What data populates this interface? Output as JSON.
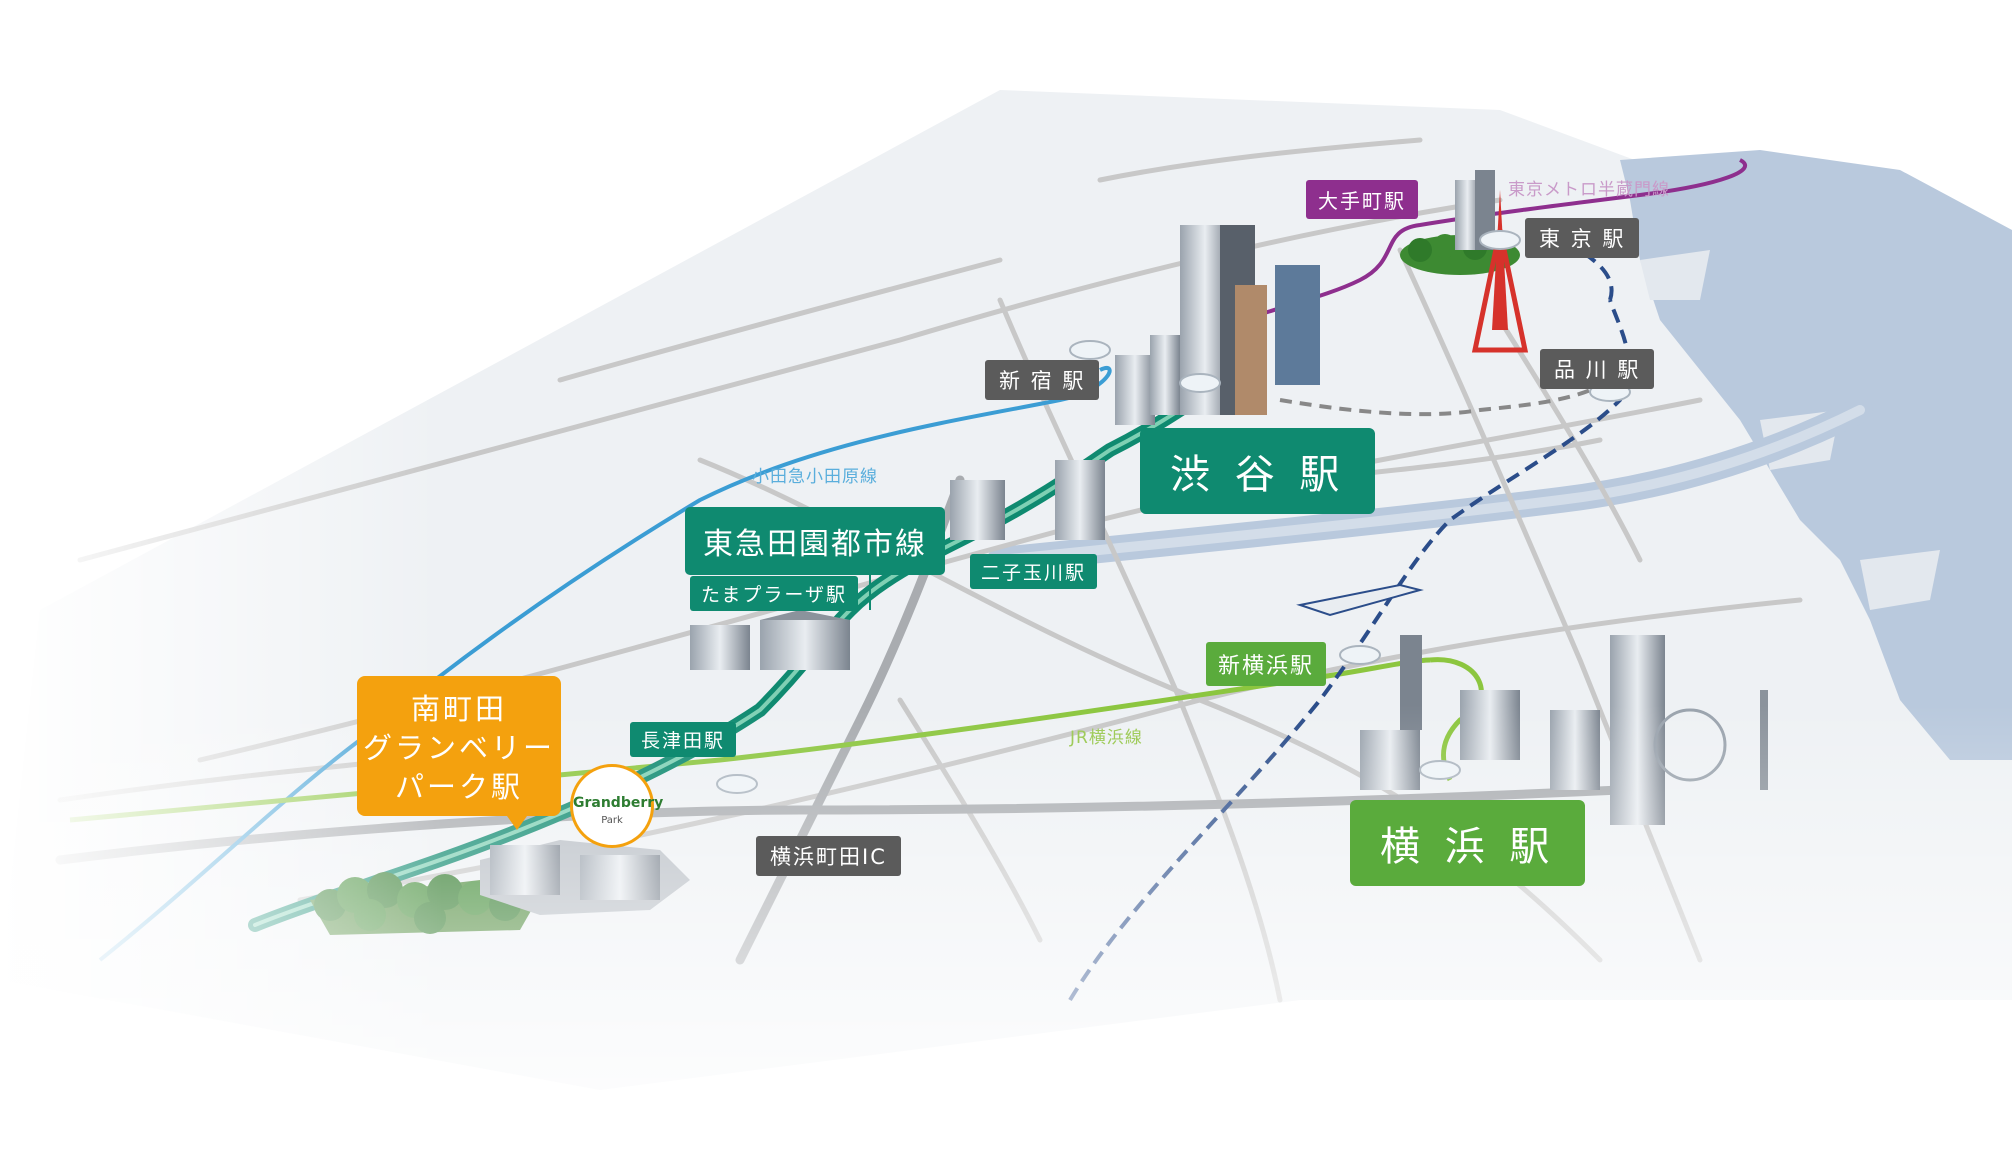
{
  "stations": {
    "otemachi": "大手町駅",
    "tokyo": "東 京 駅",
    "shinagawa": "品 川 駅",
    "shinjuku": "新 宿 駅",
    "shibuya": "渋 谷 駅",
    "futakotamagawa": "二子玉川駅",
    "tamaplaza": "たまプラーザ駅",
    "nagatsuta": "長津田駅",
    "shinyokohama": "新横浜駅",
    "yokohama": "横 浜 駅",
    "minamimachida": [
      "南町田",
      "グランベリー",
      "パーク駅"
    ]
  },
  "lines": {
    "denentoshi": "東急田園都市線",
    "odakyu": "小田急小田原線",
    "jr_yokohama": "JR横浜線",
    "hanzomon": "東京メトロ半蔵門線"
  },
  "interchange": "横浜町田IC",
  "logo": {
    "name": "Grandberry",
    "sub": "Park"
  },
  "colors": {
    "denentoshi": "#0f8a70",
    "jr_yokohama": "#8cc63f",
    "odakyu": "#3b9dd4",
    "hanzomon": "#8e2f8e",
    "shinkansen": "#2b4d8a",
    "highlight": "#f4a10e",
    "water": "#b9c9dd",
    "road": "#c8c8c8"
  }
}
